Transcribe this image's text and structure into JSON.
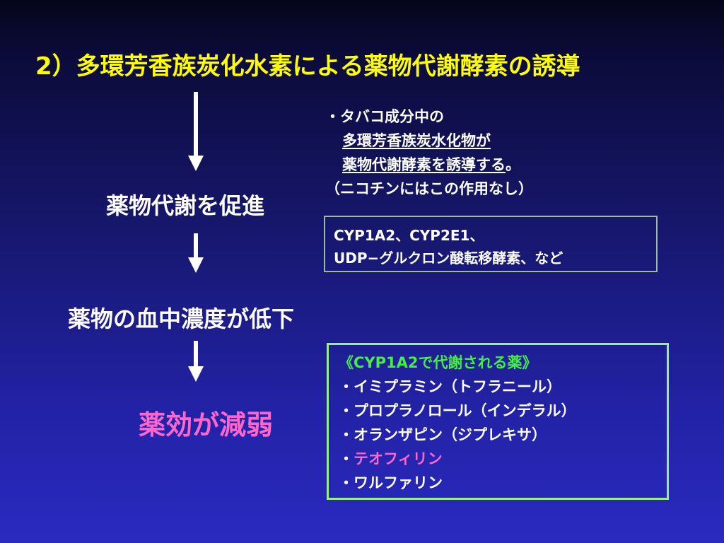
{
  "title": "2）多環芳香族炭化水素による薬物代謝酵素の誘導",
  "flow": {
    "step1": "薬物代謝を促進",
    "step2": "薬物の血中濃度が低下",
    "step3": "薬効が減弱"
  },
  "note": {
    "line1": "・タバコ成分中の",
    "line2": "多環芳香族炭水化物が",
    "line3a": "薬物代謝酵素を誘導する",
    "line3b": "。",
    "line4": "（ニコチンにはこの作用なし）"
  },
  "enzymes": {
    "line1": "CYP1A2、CYP2E1、",
    "line2": "UDP−グルクロン酸転移酵素、など"
  },
  "drugs": {
    "header": "《CYP1A2で代謝される薬》",
    "items": [
      "・イミプラミン（トフラニール）",
      "・プロプラノロール（インデラル）",
      "・オランザピン（ジプレキサ）",
      "・テオフィリン",
      "・ワルファリン"
    ]
  },
  "colors": {
    "title": "#ffff00",
    "emphasis": "#ff66cc",
    "box_header": "#44ee44",
    "box_border": "#99ee88"
  }
}
